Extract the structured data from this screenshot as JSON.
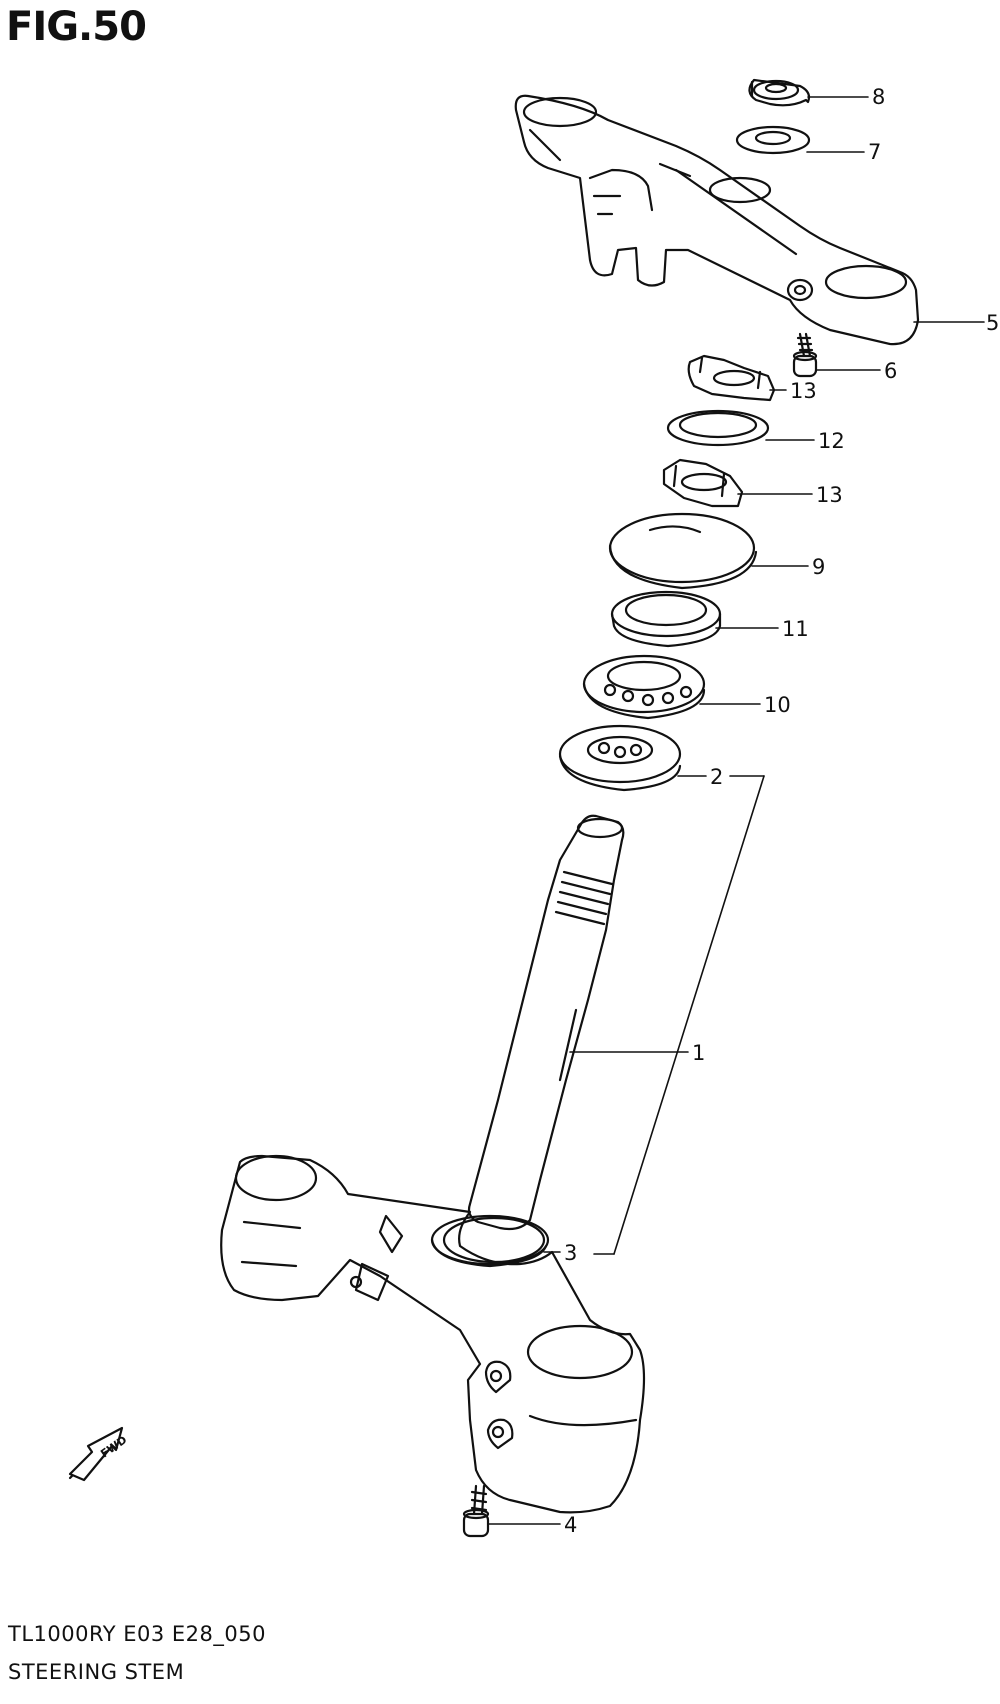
{
  "figure": {
    "title": "FIG.50",
    "model_code": "TL1000RY E03 E28_050",
    "name": "STEERING STEM"
  },
  "forward_marker": "FWD",
  "callouts": [
    {
      "id": "c8",
      "label": "8"
    },
    {
      "id": "c7",
      "label": "7"
    },
    {
      "id": "c5",
      "label": "5"
    },
    {
      "id": "c6",
      "label": "6"
    },
    {
      "id": "c13a",
      "label": "13"
    },
    {
      "id": "c12",
      "label": "12"
    },
    {
      "id": "c13b",
      "label": "13"
    },
    {
      "id": "c9",
      "label": "9"
    },
    {
      "id": "c11",
      "label": "11"
    },
    {
      "id": "c10",
      "label": "10"
    },
    {
      "id": "c2",
      "label": "2"
    },
    {
      "id": "c1",
      "label": "1"
    },
    {
      "id": "c3",
      "label": "3"
    },
    {
      "id": "c4",
      "label": "4"
    }
  ]
}
